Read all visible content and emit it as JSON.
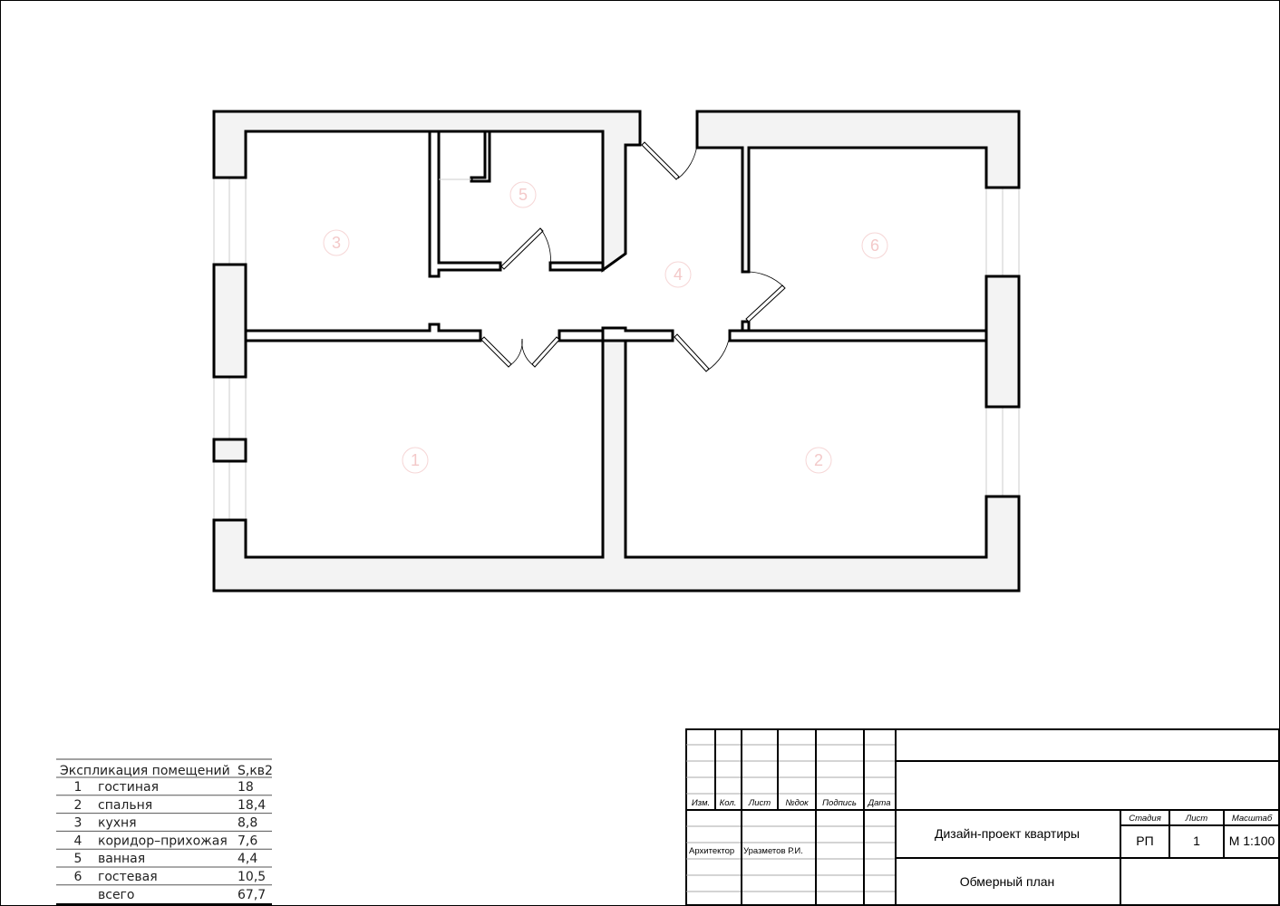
{
  "plan": {
    "room_markers": [
      "1",
      "2",
      "3",
      "4",
      "5",
      "6"
    ]
  },
  "explication": {
    "header_name": "Экспликация помещений",
    "header_area": "S,кв2",
    "rows": [
      {
        "num": "1",
        "name": "гостиная",
        "area": "18"
      },
      {
        "num": "2",
        "name": "спальня",
        "area": "18,4"
      },
      {
        "num": "3",
        "name": "кухня",
        "area": "8,8"
      },
      {
        "num": "4",
        "name": "коридор–прихожая",
        "area": "7,6"
      },
      {
        "num": "5",
        "name": "ванная",
        "area": "4,4"
      },
      {
        "num": "6",
        "name": "гостевая",
        "area": "10,5"
      },
      {
        "num": "",
        "name": "всего",
        "area": "67,7"
      }
    ]
  },
  "title_block": {
    "col_headers": [
      "Изм.",
      "Кол.",
      "Лист",
      "№док",
      "Подпись",
      "Дата"
    ],
    "role": "Архитектор",
    "person": "Уразметов Р.И.",
    "project_title": "Дизайн-проект квартиры",
    "sheet_title": "Обмерный план",
    "stage_label": "Стадия",
    "sheet_label": "Лист",
    "scale_label": "Масштаб",
    "stage_value": "РП",
    "sheet_value": "1",
    "scale_value": "М 1:100"
  }
}
